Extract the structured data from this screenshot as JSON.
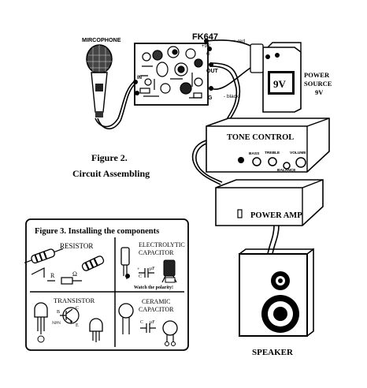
{
  "labels": {
    "microphone": "MIRCOPHONE",
    "board": "FK647",
    "pin_plus9v": "+9V",
    "pin_in": "IN",
    "pin_out": "OUT",
    "pin_g1": "G",
    "pin_g2": "G",
    "wire_red": "+ red",
    "wire_black": "- black",
    "battery": "9V",
    "power_source_1": "POWER",
    "power_source_2": "SOURCE",
    "power_source_3": "9V",
    "tone_control": "TONE CONTROL",
    "knob_bass": "BASS",
    "knob_treble": "TREBLE",
    "knob_volume": "VOLUME",
    "knob_balance": "BALANCE",
    "power_amp": "POWER AMP",
    "speaker": "SPEAKER",
    "figure2_title": "Figure 2.",
    "figure2_caption": "Circuit Assembling"
  },
  "figure3": {
    "title": "Figure 3. Installing the components",
    "resistor": {
      "title": "RESISTOR",
      "symbol": "R",
      "unit": "Ω"
    },
    "electrolytic": {
      "title_1": "ELECTROLYTIC",
      "title_2": "CAPACITOR",
      "symbol": "C",
      "unit": "μF",
      "plus": "+",
      "note": "Watch the polarity!"
    },
    "transistor": {
      "title": "TRANSISTOR",
      "pin_b": "B",
      "pin_c": "C",
      "pin_e": "E",
      "type": "NPN"
    },
    "ceramic": {
      "title_1": "CERAMIC",
      "title_2": "CAPACITOR",
      "symbol": "C",
      "unit": "μF"
    }
  }
}
